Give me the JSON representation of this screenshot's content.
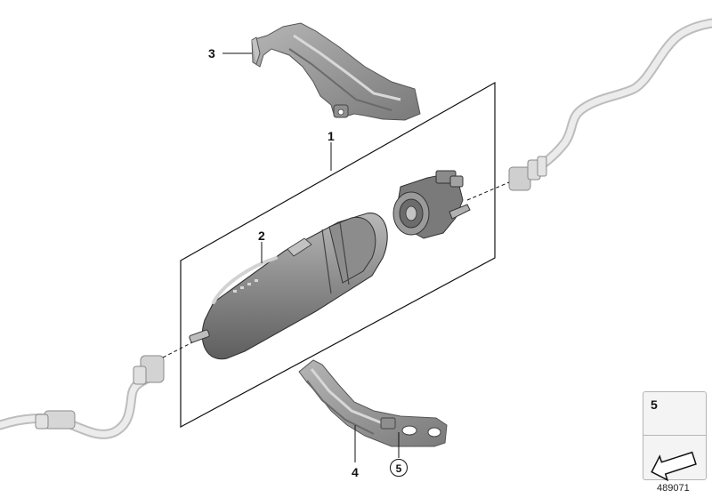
{
  "callouts": {
    "item_1": "1",
    "item_2": "2",
    "item_3": "3",
    "item_4": "4",
    "item_5_circled": "5"
  },
  "legend": {
    "item_number": "5"
  },
  "reference_number": "489071",
  "colors": {
    "part_fill": "#9a9a9a",
    "part_dark": "#6e6e6e",
    "part_light": "#c8c8c8",
    "hose": "#e2e2e2",
    "line": "#111111"
  }
}
